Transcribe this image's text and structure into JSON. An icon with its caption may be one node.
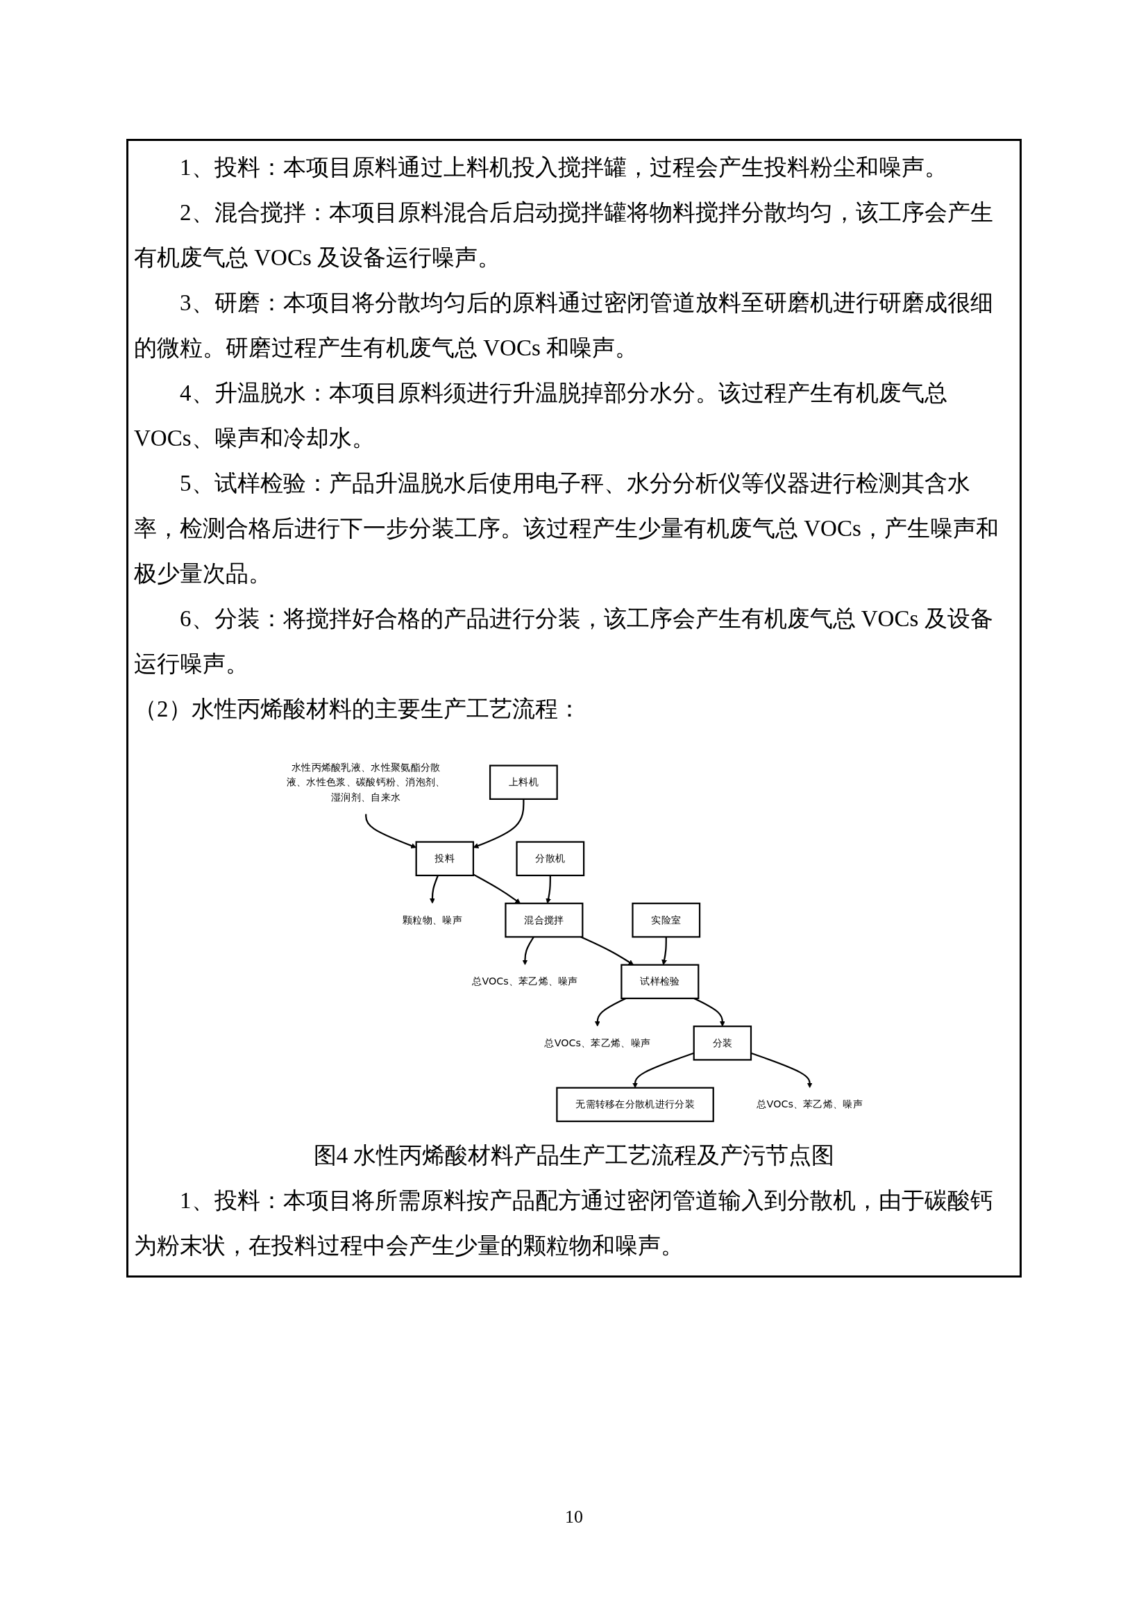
{
  "diagram": {
    "caption": "图4 水性丙烯酸材料产品生产工艺流程及产污节点图",
    "nodes": [
      {
        "text": [
          "水性丙烯酸乳液、水性聚氨酯分散液、水性色浆、碳酸钙粉、消泡剂、湿润剂、自来水"
        ]
      },
      {
        "text": [
          "上料机"
        ]
      },
      {
        "text": [
          "投料"
        ]
      },
      {
        "text": [
          "颗粒物、噪声"
        ]
      },
      {
        "text": [
          "分散机"
        ]
      },
      {
        "text": [
          "混合搅拌"
        ]
      },
      {
        "text": [
          "总VOCs、苯乙烯、噪声"
        ]
      },
      {
        "text": [
          "实险室"
        ]
      },
      {
        "text": [
          "试样检验"
        ]
      },
      {
        "text": [
          "总VOCs、苯乙烯、噪声"
        ]
      },
      {
        "text": [
          "无需转移在分散机进行分装"
        ]
      },
      {
        "text": [
          "分装"
        ]
      },
      {
        "text": [
          "总VOCs、苯乙烯、噪声"
        ]
      }
    ],
    "edges": [
      {
        "from": 0,
        "to": 2,
        "arrow": "to"
      },
      {
        "from": 1,
        "to": 2,
        "arrow": "to"
      },
      {
        "from": 2,
        "to": 3,
        "arrow": "to"
      },
      {
        "from": 2,
        "to": 5,
        "arrow": "to"
      },
      {
        "from": 4,
        "to": 5,
        "arrow": "to"
      },
      {
        "from": 5,
        "to": 6,
        "arrow": "to"
      },
      {
        "from": 5,
        "to": 8,
        "arrow": "to"
      },
      {
        "from": 7,
        "to": 8,
        "arrow": "to"
      },
      {
        "from": 8,
        "to": 9,
        "arrow": "to"
      },
      {
        "from": 8,
        "to": 11,
        "arrow": "to"
      },
      {
        "from": 11,
        "to": 10,
        "arrow": "to"
      },
      {
        "from": 11,
        "to": 12,
        "arrow": "to"
      }
    ],
    "labels": [
      "1、投料：本项目原料通过上料机投入搅拌罐，过程会产生投料粉尘和噪声。",
      "2、混合搅拌：本项目原料混合后启动搅拌罐将物料搅拌分散均匀，该工序会产生有机废气总 VOCs 及设备运行噪声。",
      "3、研磨：本项目将分散均匀后的原料通过密闭管道放料至研磨机进行研磨成很细的微粒。研磨过程产生有机废气总 VOCs 和噪声。",
      "4、升温脱水：本项目原料须进行升温脱掉部分水分。该过程产生有机废气总 VOCs、噪声和冷却水。",
      "5、试样检验：产品升温脱水后使用电子秤、水分分析仪等仪器进行检测其含水率，检测合格后进行下一步分装工序。该过程产生少量有机废气总 VOCs，产生噪声和极少量次品。",
      "6、分装：将搅拌好合格的产品进行分装，该工序会产生有机废气总 VOCs 及设备运行噪声。",
      "（2）水性丙烯酸材料的主要生产工艺流程：",
      "1、投料：本项目将所需原料按产品配方通过密闭管道输入到分散机，由于碳酸钙为粉末状，在投料过程中会产生少量的颗粒物和噪声。",
      "10"
    ]
  }
}
